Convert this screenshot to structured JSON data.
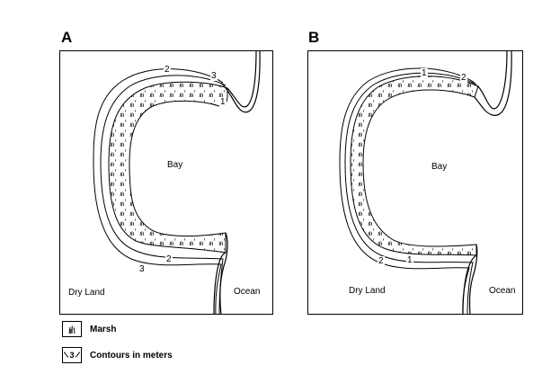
{
  "figure": {
    "panels": [
      {
        "letter": "A",
        "bay_label": "Bay",
        "dry_land_label": "Dry Land",
        "ocean_label": "Ocean",
        "contour_top": [
          "2",
          "3",
          "1"
        ],
        "contour_bottom": [
          "2",
          "3"
        ]
      },
      {
        "letter": "B",
        "bay_label": "Bay",
        "dry_land_label": "Dry Land",
        "ocean_label": "Ocean",
        "contour_top": [
          "1",
          "2"
        ],
        "contour_bottom": [
          "2",
          "1"
        ]
      }
    ],
    "legend": {
      "marsh_label": "Marsh",
      "contour_label": "Contours in meters",
      "contour_symbol": "3"
    }
  }
}
